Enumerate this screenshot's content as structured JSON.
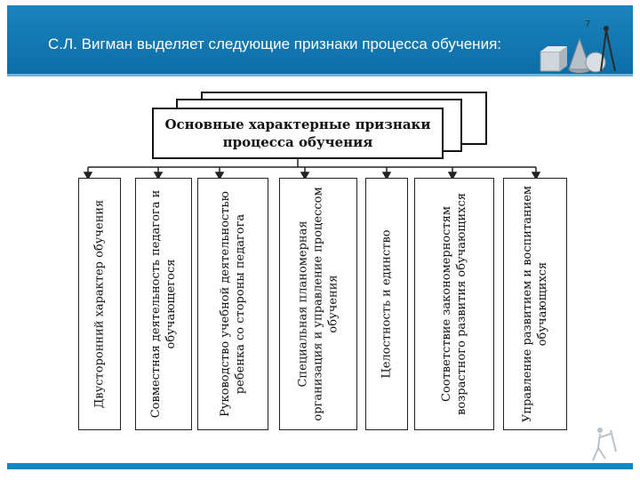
{
  "slide": {
    "title": "С.Л. Вигман выделяет следующие признаки процесса обучения:"
  },
  "diagram": {
    "main_box": "Основные характерные признаки процесса обучения",
    "columns": [
      "Двусторонний характер обучения",
      "Совместная деятельность педагога и обучающегося",
      "Руководство учебной деятельностью ребенка со стороны педагога",
      "Специальная планомерная организация и управление процессом обучения",
      "Целостность и единство",
      "Соответствие закономерностям возрастного развития обучающихся",
      "Управление развитием и воспитанием обучающихся"
    ]
  },
  "colors": {
    "header": "#1b83bd",
    "header_text": "#ffffff",
    "line": "#222222"
  },
  "icons": {
    "header_decor": "geometry-shapes-icon",
    "footer_decor": "stick-figure-logo-icon"
  }
}
